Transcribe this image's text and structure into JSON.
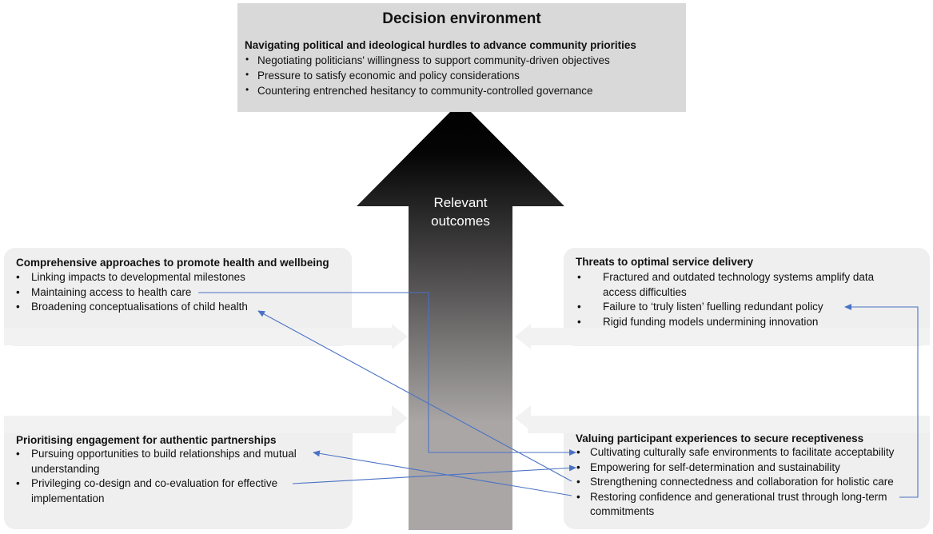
{
  "decision_environment": {
    "title": "Decision environment",
    "subtitle": "Navigating political and ideological hurdles to advance community priorities",
    "items": [
      "Negotiating politicians' willingness to support community-driven objectives",
      "Pressure to satisfy economic and policy considerations",
      "Countering entrenched hesitancy to community-controlled governance"
    ]
  },
  "central_arrow": {
    "label_line1": "Relevant",
    "label_line2": "outcomes"
  },
  "panels": {
    "top_left": {
      "heading": "Comprehensive approaches to promote health and wellbeing",
      "items": [
        "Linking impacts to developmental milestones",
        "Maintaining access to health care",
        "Broadening conceptualisations of child health"
      ]
    },
    "bottom_left": {
      "heading": "Prioritising engagement for authentic partnerships",
      "items": [
        [
          "Pursuing opportunities to build relationships and mutual",
          "understanding"
        ],
        [
          "Privileging co-design and co-evaluation for effective",
          "implementation"
        ]
      ]
    },
    "top_right": {
      "heading": "Threats to optimal service delivery",
      "items": [
        [
          "Fractured and outdated technology systems amplify data",
          "access difficulties"
        ],
        [
          "Failure to ‘truly listen’ fuelling redundant policy"
        ],
        [
          "Rigid funding models undermining innovation"
        ]
      ]
    },
    "bottom_right": {
      "heading": "Valuing participant experiences to secure receptiveness",
      "items": [
        [
          "Cultivating culturally safe environments to facilitate acceptability"
        ],
        [
          "Empowering for self-determination and sustainability"
        ],
        [
          "Strengthening connectedness and collaboration for holistic care"
        ],
        [
          "Restoring confidence and generational trust through long-term",
          "commitments"
        ]
      ]
    }
  },
  "colors": {
    "connector": "#4a72c4",
    "box_grey": "#d9d9d9",
    "panel_grey": "#efefef",
    "arrow_dark": "#000000",
    "arrow_light": "#aba6a6"
  },
  "bullet": "•"
}
